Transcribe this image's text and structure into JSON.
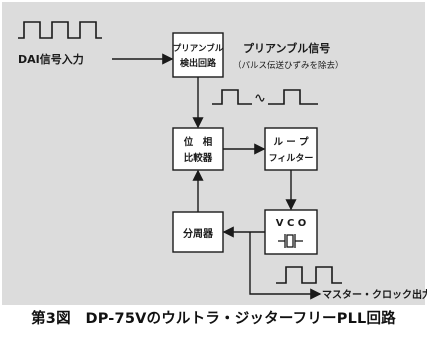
{
  "diagram": {
    "input_label": "DAI信号入力",
    "preamble_signal_title": "プリアンブル信号",
    "preamble_signal_note": "（パルス伝送ひずみを除去）",
    "output_label": "マスター・クロック出力"
  },
  "blocks": {
    "preamble_detector": {
      "line1": "プリアンブル",
      "line2": "検出回路"
    },
    "phase_comparator": {
      "line1": "位　相",
      "line2": "比較器"
    },
    "loop_filter": {
      "line1": "ル ー プ",
      "line2": "フィルター"
    },
    "vco": {
      "label": "V C O"
    },
    "divider": {
      "label": "分周器"
    }
  },
  "caption": "第3図　DP-75Vのウルトラ・ジッターフリーPLL回路",
  "colors": {
    "background": "#dcdcdc",
    "line": "#1a1a1a",
    "block_fill": "#ffffff"
  }
}
